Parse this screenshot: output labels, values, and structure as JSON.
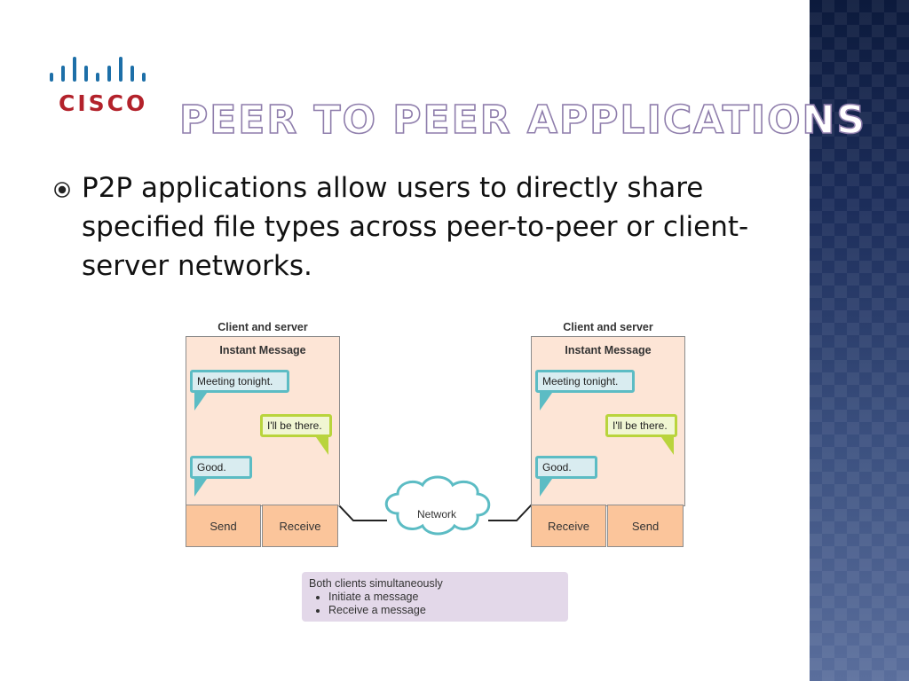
{
  "logo": {
    "name": "cisco-logo",
    "word": "CISCO"
  },
  "title": "Peer to Peer Applications",
  "bullet": {
    "text": "P2P applications allow users to directly share specified file types across peer-to-peer or client-server networks."
  },
  "diagram": {
    "left": {
      "label": "Client and server",
      "header": "Instant Message",
      "messages": [
        "Meeting tonight.",
        "I'll be there.",
        "Good."
      ],
      "buttons": [
        "Send",
        "Receive"
      ]
    },
    "right": {
      "label": "Client and server",
      "header": "Instant Message",
      "messages": [
        "Meeting tonight.",
        "I'll be there.",
        "Good."
      ],
      "buttons": [
        "Receive",
        "Send"
      ]
    },
    "network_label": "Network",
    "note": {
      "heading": "Both clients simultaneously",
      "items": [
        "Initiate a message",
        "Receive a message"
      ]
    }
  },
  "colors": {
    "title_outline": "#8f7eac",
    "cisco_red": "#b3222b",
    "cisco_blue": "#1d6fa8",
    "panel_bg": "#fde5d6",
    "button_bg": "#fbc59b",
    "bubble_teal": "#5cbcc4",
    "bubble_lime": "#b9d43c",
    "note_bg": "#e3d8e9"
  }
}
